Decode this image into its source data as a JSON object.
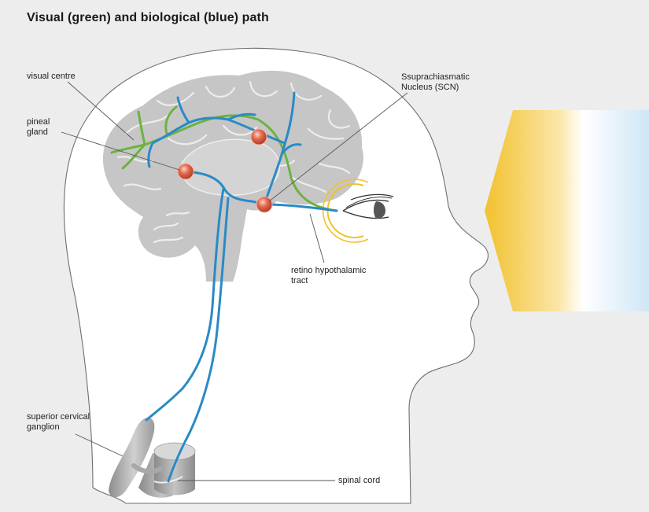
{
  "title": "Visual (green) and biological (blue) path",
  "labels": {
    "visual_centre": "visual centre",
    "pineal_gland": [
      "pineal",
      "gland"
    ],
    "scn": [
      "Ssuprachiasmatic",
      "Nucleus (SCN)"
    ],
    "retino_tract": [
      "retino hypothalamic",
      "tract"
    ],
    "superior_ganglion": [
      "superior cervical",
      "ganglion"
    ],
    "spinal_cord": "spinal cord"
  },
  "colors": {
    "visual_path": "#6cb33f",
    "biological_path": "#2a8ac6",
    "brain": "#c6c6c6",
    "light_yellow": "#f2c12e",
    "light_blue": "#d6eaf8",
    "node": "#d9553f"
  }
}
